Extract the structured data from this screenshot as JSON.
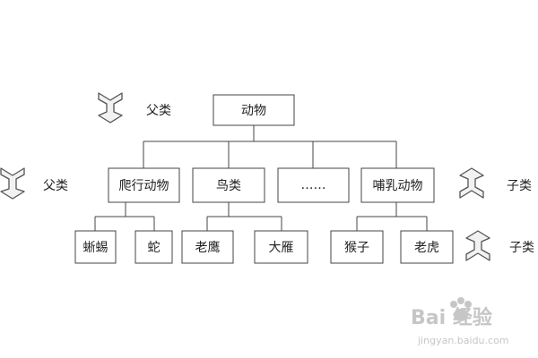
{
  "nodes": {
    "root": "动物",
    "reptile": "爬行动物",
    "bird": "鸟类",
    "ellipsis": "……",
    "mammal": "哺乳动物",
    "lizard": "蜥蜴",
    "snake": "蛇",
    "eagle": "老鹰",
    "goose": "大雁",
    "monkey": "猴子",
    "tiger": "老虎"
  },
  "annotations": {
    "parent_top": "父类",
    "parent_left": "父类",
    "child_right": "子类",
    "child_bottom": "子类"
  },
  "watermark": {
    "logo": "Bai 经验",
    "url": "jingyan.baidu.com"
  },
  "colors": {
    "line": "#444444",
    "arrow_fill": "#f2f2f2",
    "arrow_stroke": "#555555"
  }
}
